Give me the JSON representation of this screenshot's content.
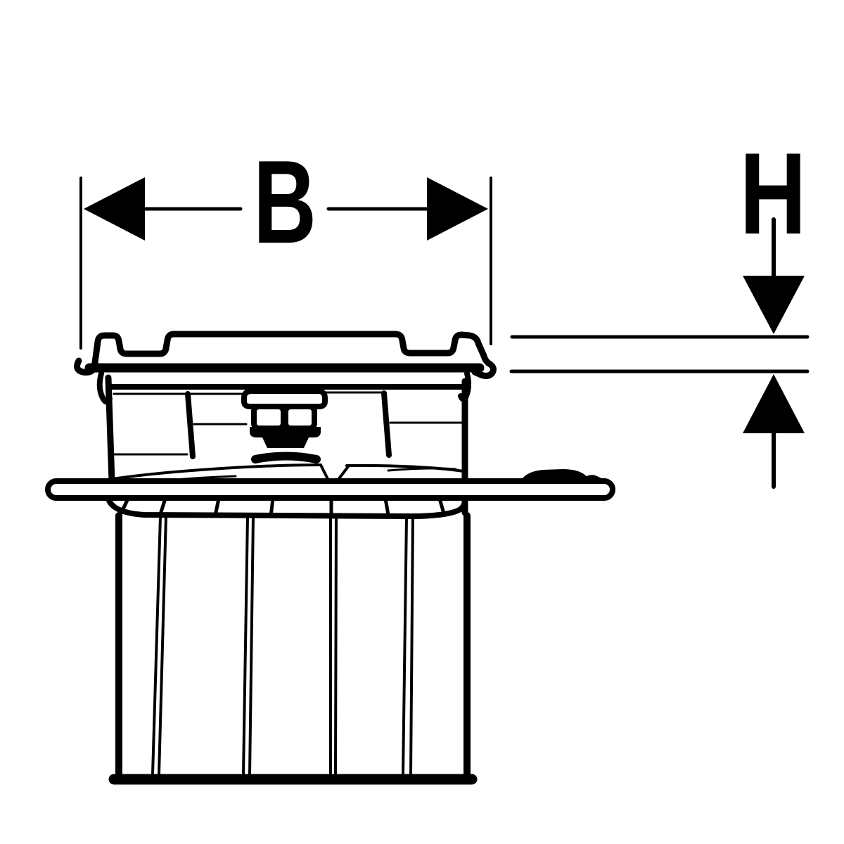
{
  "drawing": {
    "description": "Technical side-view line drawing of a floor drain: corrugated cover grate on top, drain body with central fastening nut, wide mounting flange, and ribbed outlet pipe below",
    "background": "#ffffff",
    "line_color": "#000000",
    "labels": {
      "width": "B",
      "height": "H"
    }
  }
}
